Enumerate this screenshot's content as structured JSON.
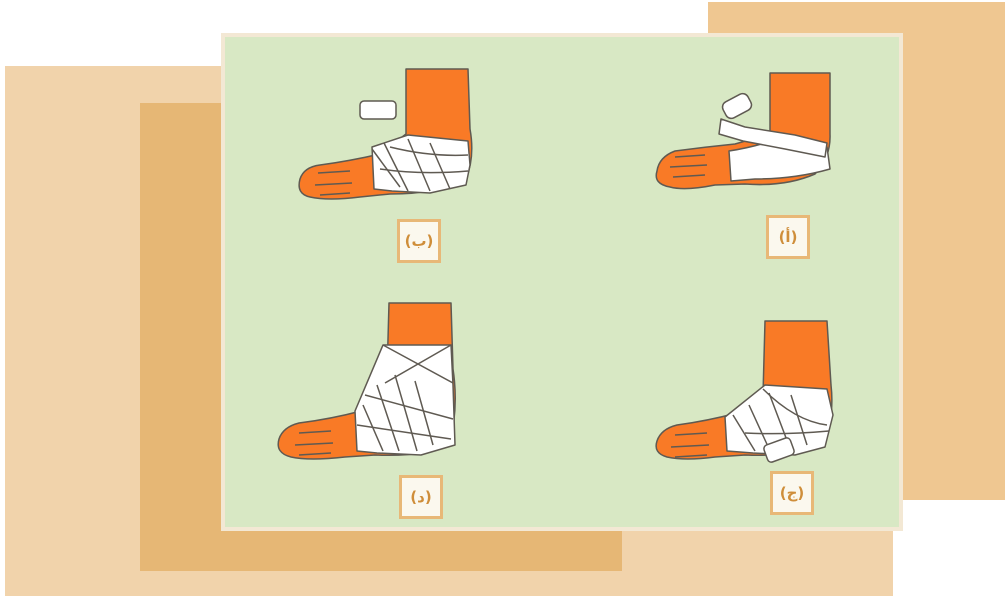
{
  "figure": {
    "panels": [
      {
        "id": "a",
        "label": "(أ)"
      },
      {
        "id": "b",
        "label": "(ب)"
      },
      {
        "id": "c",
        "label": "(ج)"
      },
      {
        "id": "d",
        "label": "(د)"
      }
    ]
  },
  "colors": {
    "skin": "#f97a26",
    "bandage": "#ffffff",
    "outline": "#5f5a52",
    "panel_bg": "#d8e8c4",
    "label_border": "#e8b877",
    "label_text": "#cf8e3a"
  }
}
